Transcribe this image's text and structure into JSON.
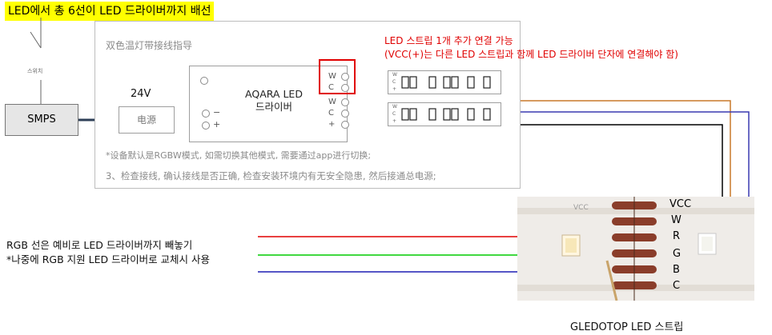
{
  "title": "LED에서 총 6선이 LED 드라이버까지 배선",
  "switch_label": "스위치",
  "smps_label": "SMPS",
  "guide": {
    "heading": "双色温灯带接线指导",
    "psu_voltage": "24V",
    "psu_label": "电源",
    "psu_terminals": [
      "−",
      "+"
    ],
    "driver_label_line1": "AQARA LED",
    "driver_label_line2": "드라이버",
    "driver_terminals_top": [
      "W",
      "C"
    ],
    "driver_terminals_bottom": [
      "W",
      "C",
      "+"
    ],
    "strip_pins": [
      "W",
      "C",
      "+"
    ],
    "note1": "*设备默认是RGBW模式, 如需切换其他模式, 需要通过app进行切换;",
    "note2": "3、检查接线, 确认接线是否正确, 检查安装环境内有无安全隐患, 然后接通总电源;"
  },
  "annotation": {
    "line1": "LED 스트립 1개 추가 연결 가능",
    "line2": "(VCC(+)는 다른 LED 스트립과 함께 LED 드라이버 단자에 연결해야 함)"
  },
  "left_notes": {
    "line1": "RGB 선은 예비로 LED 드라이버까지 빼놓기",
    "line2": "*나중에 RGB 지원 LED 드라이버로 교체시 사용"
  },
  "strip_photo": {
    "pad_labels": [
      "VCC",
      "W",
      "R",
      "G",
      "B",
      "C"
    ],
    "caption": "GLEDOTOP LED 스트립"
  },
  "wire_colors": {
    "vcc": "#000000",
    "w": "#c8782a",
    "r": "#e00000",
    "g": "#00cc00",
    "b": "#1f1fb4",
    "c": "#3a3ab0"
  }
}
